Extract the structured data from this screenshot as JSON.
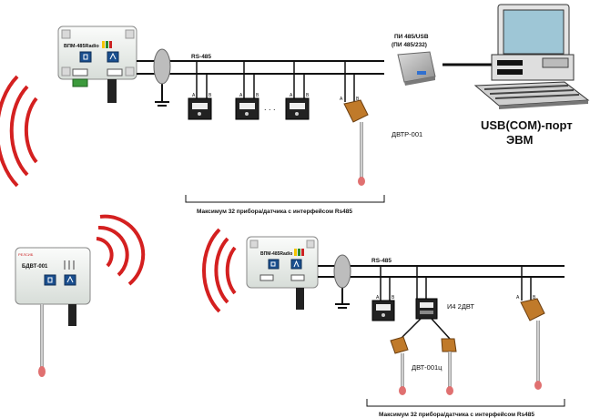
{
  "top": {
    "module_label": "ВПМ-485Radio",
    "bus_label": "RS-485",
    "converter_label_1": "ПИ 485/USB",
    "converter_label_2": "(ПИ 485/232)",
    "ellipsis": ". . .",
    "sensor_label": "ДВТР-001",
    "pc_label_1": "USB(COM)-порт",
    "pc_label_2": "ЭВМ",
    "bracket_label": "Максимум 32 прибора/датчика с интерфейсом Rs485"
  },
  "bottom": {
    "wireless_sensor_label": "БДВТ-001",
    "module_label": "ВПМ-485Radio",
    "bus_label": "RS-485",
    "device_label": "И4 2ДВТ",
    "probe_label": "ДВТ-001ц",
    "bracket_label": "Максимум 32 прибора/датчика с интерфейсом Rs485"
  },
  "terminal_a": "A",
  "terminal_b": "B",
  "colors": {
    "signal": "#d42020",
    "bus": "#111111",
    "box": "#eef1ee",
    "screen": "#9ec6d6"
  }
}
